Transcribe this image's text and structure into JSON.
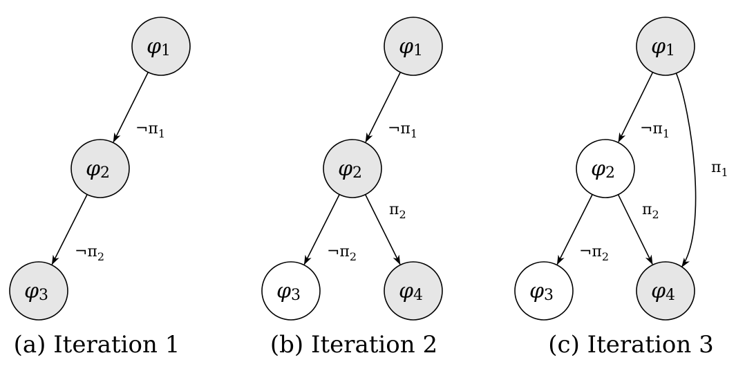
{
  "colors": {
    "shaded_fill": "#e6e6e6",
    "unshaded_fill": "#ffffff",
    "stroke": "#000000"
  },
  "panels": [
    {
      "caption": "(a) Iteration 1",
      "nodes": [
        {
          "id": "p1",
          "symbol": "φ",
          "index": "1",
          "shaded": true
        },
        {
          "id": "p2",
          "symbol": "φ",
          "index": "2",
          "shaded": true
        },
        {
          "id": "p3",
          "symbol": "φ",
          "index": "3",
          "shaded": true
        }
      ],
      "edges": [
        {
          "from": "p1",
          "to": "p2",
          "symbol": "¬π",
          "index": "1"
        },
        {
          "from": "p2",
          "to": "p3",
          "symbol": "¬π",
          "index": "2"
        }
      ]
    },
    {
      "caption": "(b) Iteration 2",
      "nodes": [
        {
          "id": "p1",
          "symbol": "φ",
          "index": "1",
          "shaded": true
        },
        {
          "id": "p2",
          "symbol": "φ",
          "index": "2",
          "shaded": true
        },
        {
          "id": "p3",
          "symbol": "φ",
          "index": "3",
          "shaded": false
        },
        {
          "id": "p4",
          "symbol": "φ",
          "index": "4",
          "shaded": true
        }
      ],
      "edges": [
        {
          "from": "p1",
          "to": "p2",
          "symbol": "¬π",
          "index": "1"
        },
        {
          "from": "p2",
          "to": "p3",
          "symbol": "¬π",
          "index": "2"
        },
        {
          "from": "p2",
          "to": "p4",
          "symbol": "π",
          "index": "2"
        }
      ]
    },
    {
      "caption": "(c) Iteration 3",
      "nodes": [
        {
          "id": "p1",
          "symbol": "φ",
          "index": "1",
          "shaded": true
        },
        {
          "id": "p2",
          "symbol": "φ",
          "index": "2",
          "shaded": false
        },
        {
          "id": "p3",
          "symbol": "φ",
          "index": "3",
          "shaded": false
        },
        {
          "id": "p4",
          "symbol": "φ",
          "index": "4",
          "shaded": true
        }
      ],
      "edges": [
        {
          "from": "p1",
          "to": "p2",
          "symbol": "¬π",
          "index": "1"
        },
        {
          "from": "p2",
          "to": "p3",
          "symbol": "¬π",
          "index": "2"
        },
        {
          "from": "p2",
          "to": "p4",
          "symbol": "π",
          "index": "2"
        },
        {
          "from": "p1",
          "to": "p4",
          "symbol": "π",
          "index": "1"
        }
      ]
    }
  ]
}
